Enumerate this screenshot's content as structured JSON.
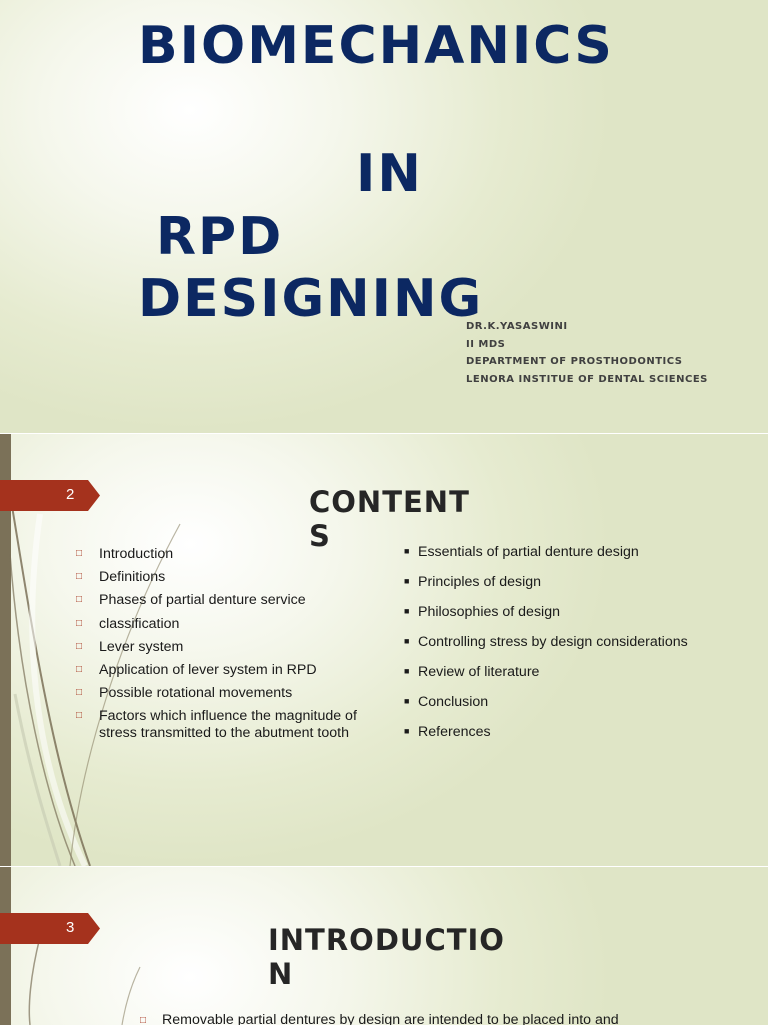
{
  "slides": [
    {
      "title_lines": [
        "BIOMECHANICS",
        "IN",
        "RPD",
        "DESIGNING"
      ],
      "author_lines": [
        "DR.K.YASASWINI",
        "II MDS",
        "DEPARTMENT OF PROSTHODONTICS",
        "LENORA INSTITUE OF DENTAL SCIENCES"
      ]
    },
    {
      "number": "2",
      "title_lines": [
        "CONTENT",
        "S"
      ],
      "left_items": [
        "Introduction",
        "Definitions",
        "Phases of partial denture service",
        "classification",
        "Lever system",
        "Application of lever system in RPD",
        "Possible rotational movements",
        "Factors which influence the magnitude of stress transmitted to the abutment tooth"
      ],
      "right_items": [
        "Essentials of partial denture design",
        "Principles of design",
        "Philosophies of design",
        "Controlling stress by design considerations",
        "Review of literature",
        "Conclusion",
        "References"
      ]
    },
    {
      "number": "3",
      "title_lines": [
        "INTRODUCTIO",
        "N"
      ],
      "body_text": "Removable partial dentures by design are intended to be placed into and"
    }
  ],
  "colors": {
    "title_blue": "#0c2862",
    "accent_red": "#a5321d",
    "sidebar_brown": "#7b7158",
    "background_green": "#e6ebd0"
  },
  "icons": {
    "left_bullet": "square-outline-bullet-icon",
    "right_bullet": "filled-square-bullet-icon"
  }
}
